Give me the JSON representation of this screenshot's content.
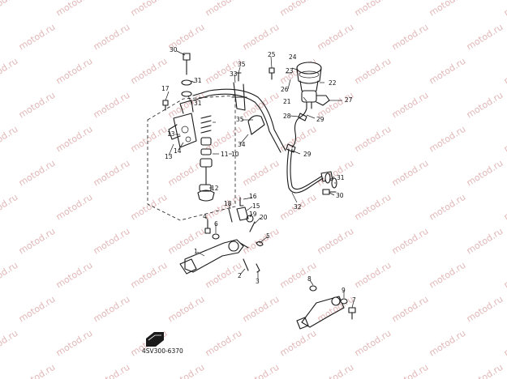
{
  "watermark": "motod.ru",
  "diagram_code": "4SV300-6370",
  "callouts": {
    "c1": "1",
    "c2": "2",
    "c3": "3",
    "c4": "4",
    "c5": "5",
    "c6": "6",
    "c7": "7",
    "c8": "8",
    "c9": "9",
    "c10": "10",
    "c11": "11",
    "c12": "12",
    "c13": "13",
    "c14": "14",
    "c15": "15",
    "c16": "16",
    "c17": "17",
    "c18": "18",
    "c19": "19",
    "c20": "20",
    "c21": "21",
    "c22": "22",
    "c23": "23",
    "c24": "24",
    "c25": "25",
    "c26": "26",
    "c27": "27",
    "c28": "28",
    "c29a": "29",
    "c29b": "29",
    "c30a": "30",
    "c30b": "30",
    "c31a": "31",
    "c31b": "31",
    "c31c": "31",
    "c32": "32",
    "c33": "33",
    "c34": "34",
    "c35a": "35",
    "c35b": "35"
  },
  "colors": {
    "line": "#1a1a1a",
    "watermark": "#e2b8b8",
    "background": "#ffffff"
  }
}
